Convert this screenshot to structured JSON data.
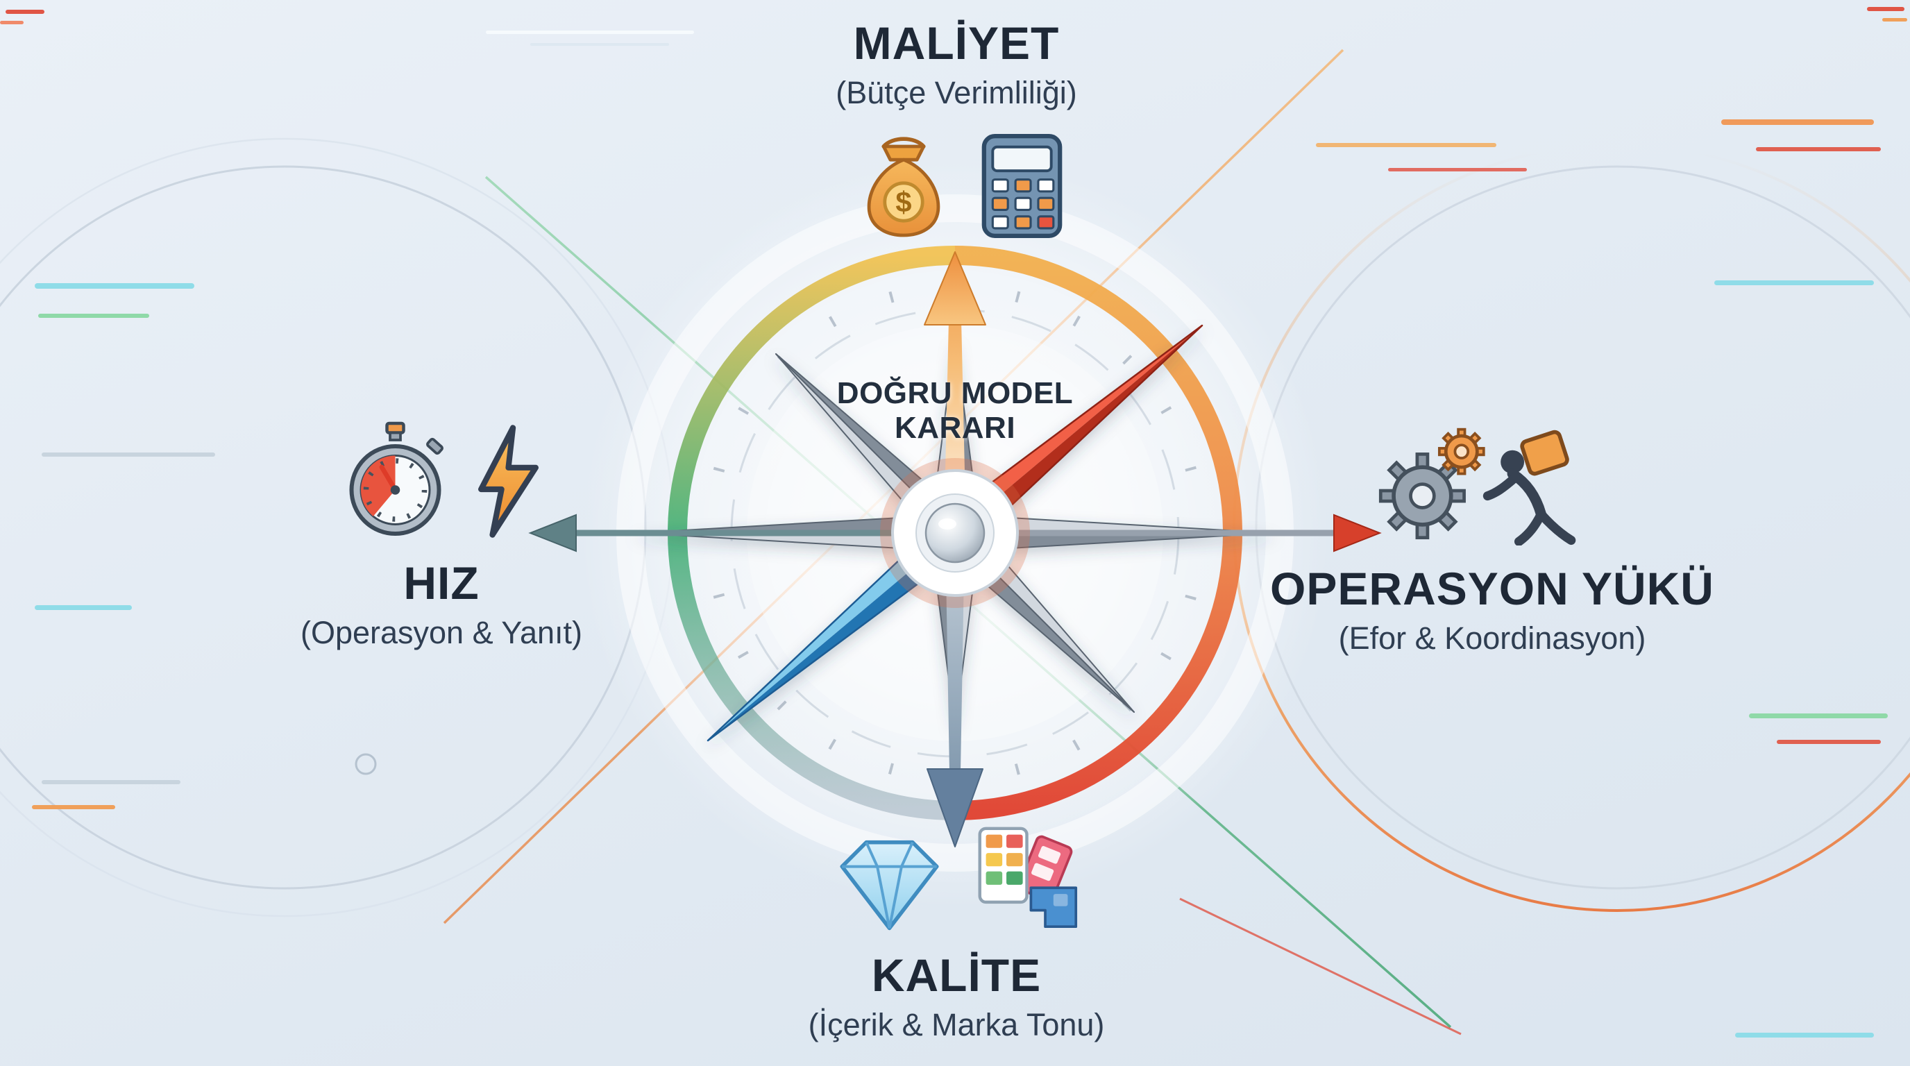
{
  "center": {
    "title_line1": "DOĞRU MODEL",
    "title_line2": "KARARI"
  },
  "axes": {
    "top": {
      "label": "MALİYET",
      "sublabel": "(Bütçe Verimliliği)",
      "icons": [
        "money-bag-icon",
        "calculator-icon"
      ],
      "accent": "#f0993f"
    },
    "left": {
      "label": "HIZ",
      "sublabel": "(Operasyon & Yanıt)",
      "icons": [
        "stopwatch-icon",
        "lightning-icon"
      ],
      "accent": "#4cb478"
    },
    "right": {
      "label": "OPERASYON YÜKÜ",
      "sublabel": "(Efor & Koordinasyon)",
      "icons": [
        "gears-icon",
        "worker-icon"
      ],
      "accent": "#e0483a"
    },
    "bottom": {
      "label": "KALİTE",
      "sublabel": "(İçerik & Marka Tonu)",
      "icons": [
        "diamond-icon",
        "palette-icon"
      ],
      "accent": "#5f86a8"
    }
  },
  "glyphs": {
    "dollar": "$"
  },
  "colors": {
    "background": "#e6edf4",
    "ring_green": "#45b077",
    "ring_yellow": "#f2c14e",
    "ring_orange": "#ef8d4a",
    "ring_red": "#e0402e",
    "needle_red": "#d7402b",
    "needle_blue": "#2374b2",
    "arrow_up_orange": "#ee8f3e",
    "arrow_down_blue": "#64809e",
    "text_dark": "#1e2836"
  }
}
